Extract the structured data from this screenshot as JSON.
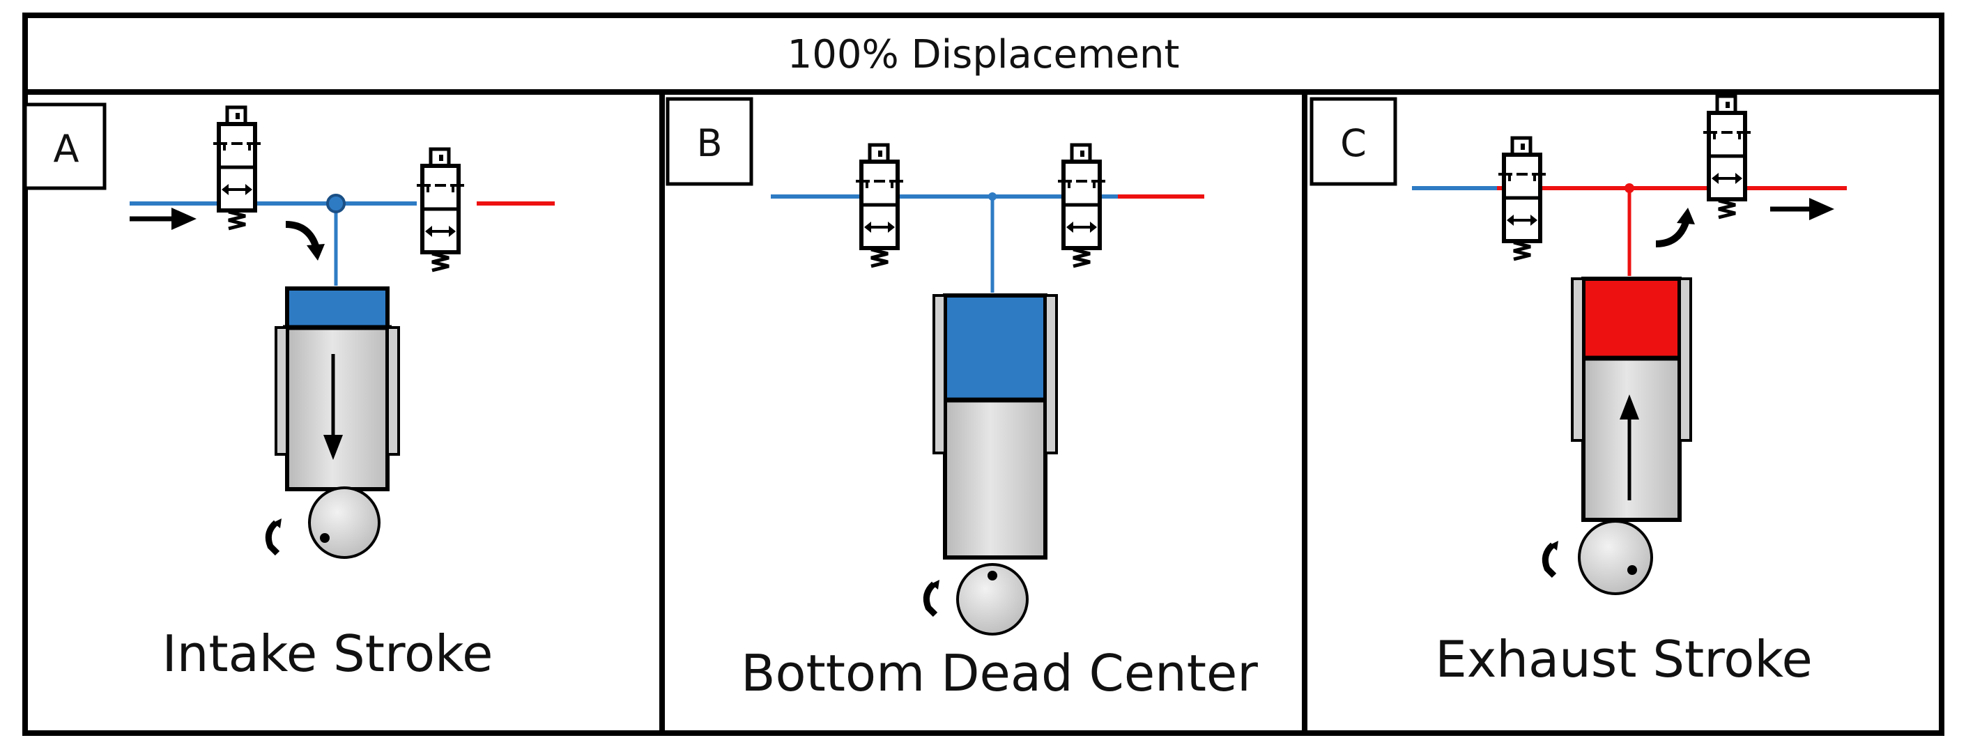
{
  "header": {
    "title": "100% Displacement"
  },
  "panels": [
    {
      "letter": "A",
      "caption": "Intake Stroke"
    },
    {
      "letter": "B",
      "caption": "Bottom Dead Center"
    },
    {
      "letter": "C",
      "caption": "Exhaust Stroke"
    }
  ],
  "colors": {
    "intake_fluid": "#2e7bc4",
    "exhaust_fluid": "#ee1111",
    "cylinder_body": "#d4d4d4",
    "outline": "#000000"
  },
  "icons": [
    "valve-icon",
    "spring-icon",
    "flow-arrow-icon",
    "curved-arrow-icon",
    "cam-icon",
    "piston-arrow-icon"
  ]
}
